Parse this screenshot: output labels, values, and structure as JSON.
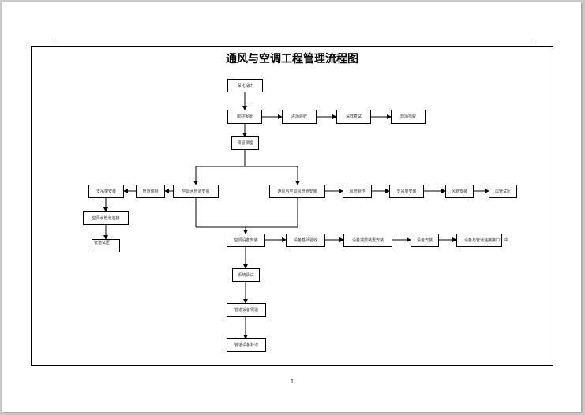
{
  "title": "通风与空调工程管理流程图",
  "page_number": "1",
  "nodes": {
    "deepen_design": "深化设计",
    "material_approval": "限材报批",
    "incoming_inspection": "进场验收",
    "sample_review": "深样复试",
    "site_acceptance": "现场择收",
    "reserved_holes": "预留预埋",
    "chilled_water_pipe_install": "空调水管道安装",
    "pipe_prefab": "管道预制",
    "support_install_left": "支吊架安装",
    "chilled_water_pipe_connect": "空调水管道连接",
    "pipe_test": "管道试压",
    "ventilation_duct_install": "通风与空调风管道安装",
    "duct_fabrication": "风管制作",
    "support_install_right": "支吊架安装",
    "duct_install": "风管安装",
    "duct_test": "风管试压",
    "ac_equipment_install": "空调设备安装",
    "equipment_foundation_check": "设备基础验收",
    "damping_device_install": "设备减震装置安装",
    "equipment_install": "设备安装",
    "equipment_pipe_connect": "设备与管道连接接口、冲",
    "system_commissioning": "系统调试",
    "pipe_equipment_insulation": "管道设备保温",
    "pipe_equipment_marking": "管道设备标识"
  }
}
